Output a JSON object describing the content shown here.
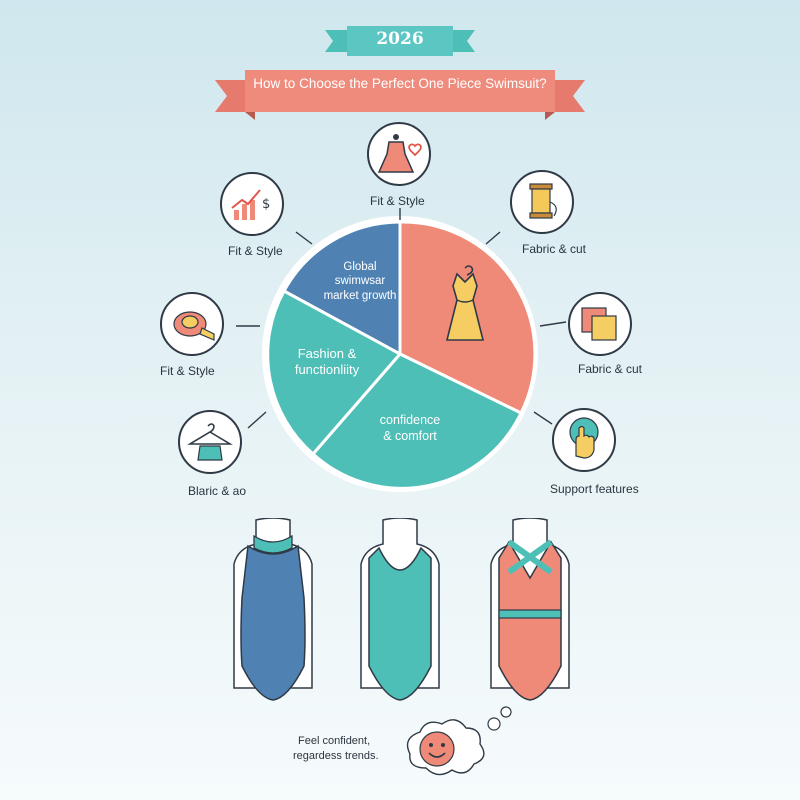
{
  "year_badge": "2026",
  "title": "How to Choose the Perfect One Piece Swimsuit?",
  "colors": {
    "blue": "#4f82b3",
    "coral": "#f08a78",
    "teal": "#4ebfb7",
    "accent_teal": "#5cc6c3",
    "title_ribbon": "#ef8b7c",
    "outline": "#2f3a46"
  },
  "pie": {
    "segments": [
      {
        "label": "Global\nswimwsar\nmarket growth",
        "color": "#4f82b3"
      },
      {
        "label": "",
        "color": "#f08a78"
      },
      {
        "label": "confidence\n& comfort",
        "color": "#4ebfb7"
      },
      {
        "label": "Fashion &\nfunctionliity",
        "color": "#4ebfb7"
      }
    ]
  },
  "features": [
    {
      "label": "Fit & Style",
      "icon": "dress-form-heart-icon"
    },
    {
      "label": "Fabric & cut",
      "icon": "thread-spool-icon"
    },
    {
      "label": "Fabric & cut",
      "icon": "fabric-swatch-icon"
    },
    {
      "label": "Support features",
      "icon": "hand-icon"
    },
    {
      "label": "Fit & Style",
      "icon": "growth-chart-icon"
    },
    {
      "label": "Fit & Style",
      "icon": "measuring-tape-icon"
    },
    {
      "label": "Blaric & ao",
      "icon": "hanger-icon"
    }
  ],
  "swimsuits": [
    {
      "name": "high-neck",
      "color": "#4f82b3"
    },
    {
      "name": "scoop-neck",
      "color": "#4ebfb7"
    },
    {
      "name": "cross-back",
      "color": "#f08a78"
    }
  ],
  "footer": {
    "line1": "Feel confident,",
    "line2": "regardess trends.",
    "icon": "smiley-face-icon"
  }
}
